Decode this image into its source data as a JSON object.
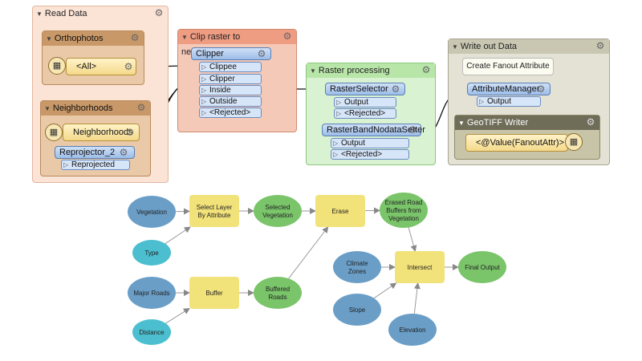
{
  "top": {
    "read_data": {
      "title": "Read Data"
    },
    "orthophotos": {
      "title": "Orthophotos",
      "reader_label": "<All>"
    },
    "neighborhoods": {
      "title": "Neighborhoods",
      "reader_label": "Neighborhoods"
    },
    "reprojector": {
      "title": "Reprojector_2",
      "port": "Reprojected"
    },
    "clip": {
      "title": "Clip raster to neighborhoods",
      "node": "Clipper",
      "ports_in": [
        "Clippee",
        "Clipper"
      ],
      "ports_out": [
        "Inside",
        "Outside",
        "<Rejected>"
      ]
    },
    "raster": {
      "title": "Raster processing",
      "selector": {
        "title": "RasterSelector",
        "ports": [
          "Output",
          "<Rejected>"
        ]
      },
      "setter": {
        "title": "RasterBandNodataSetter",
        "ports": [
          "Output",
          "<Rejected>"
        ]
      }
    },
    "write": {
      "title": "Write out Data",
      "note": "Create Fanout Attribute",
      "attr_manager": {
        "title": "AttributeManager",
        "port": "Output"
      },
      "geotiff": {
        "title": "GeoTIFF Writer",
        "writer_label": "<@Value(FanoutAttr)>"
      }
    }
  },
  "flow": {
    "nodes": [
      {
        "id": "veg",
        "label": "Vegetation",
        "kind": "input"
      },
      {
        "id": "type",
        "label": "Type",
        "kind": "param"
      },
      {
        "id": "sel_tool",
        "label": "Select Layer By Attribute",
        "kind": "tool"
      },
      {
        "id": "sel_veg",
        "label": "Selected Vegetation",
        "kind": "output"
      },
      {
        "id": "erase",
        "label": "Erase",
        "kind": "tool"
      },
      {
        "id": "erased",
        "label": "Erased Road Buffers from Vegetation",
        "kind": "output"
      },
      {
        "id": "roads",
        "label": "Major Roads",
        "kind": "input"
      },
      {
        "id": "dist",
        "label": "Distance",
        "kind": "param"
      },
      {
        "id": "buffer",
        "label": "Buffer",
        "kind": "tool"
      },
      {
        "id": "buffered",
        "label": "Buffered Roads",
        "kind": "output"
      },
      {
        "id": "climate",
        "label": "Climate Zones",
        "kind": "input"
      },
      {
        "id": "slope",
        "label": "Slope",
        "kind": "input"
      },
      {
        "id": "elev",
        "label": "Elevation",
        "kind": "input"
      },
      {
        "id": "intersect",
        "label": "Intersect",
        "kind": "tool"
      },
      {
        "id": "final",
        "label": "Final Output",
        "kind": "output"
      }
    ],
    "edges": [
      [
        "veg",
        "sel_tool"
      ],
      [
        "type",
        "sel_tool"
      ],
      [
        "sel_tool",
        "sel_veg"
      ],
      [
        "sel_veg",
        "erase"
      ],
      [
        "erase",
        "erased"
      ],
      [
        "roads",
        "buffer"
      ],
      [
        "dist",
        "buffer"
      ],
      [
        "buffer",
        "buffered"
      ],
      [
        "buffered",
        "erase"
      ],
      [
        "erased",
        "intersect"
      ],
      [
        "climate",
        "intersect"
      ],
      [
        "slope",
        "intersect"
      ],
      [
        "elev",
        "intersect"
      ],
      [
        "intersect",
        "final"
      ]
    ],
    "colors": {
      "input": "#6a9ec7",
      "param": "#4bbfcf",
      "tool": "#f2e27a",
      "output": "#7ac46a"
    }
  }
}
